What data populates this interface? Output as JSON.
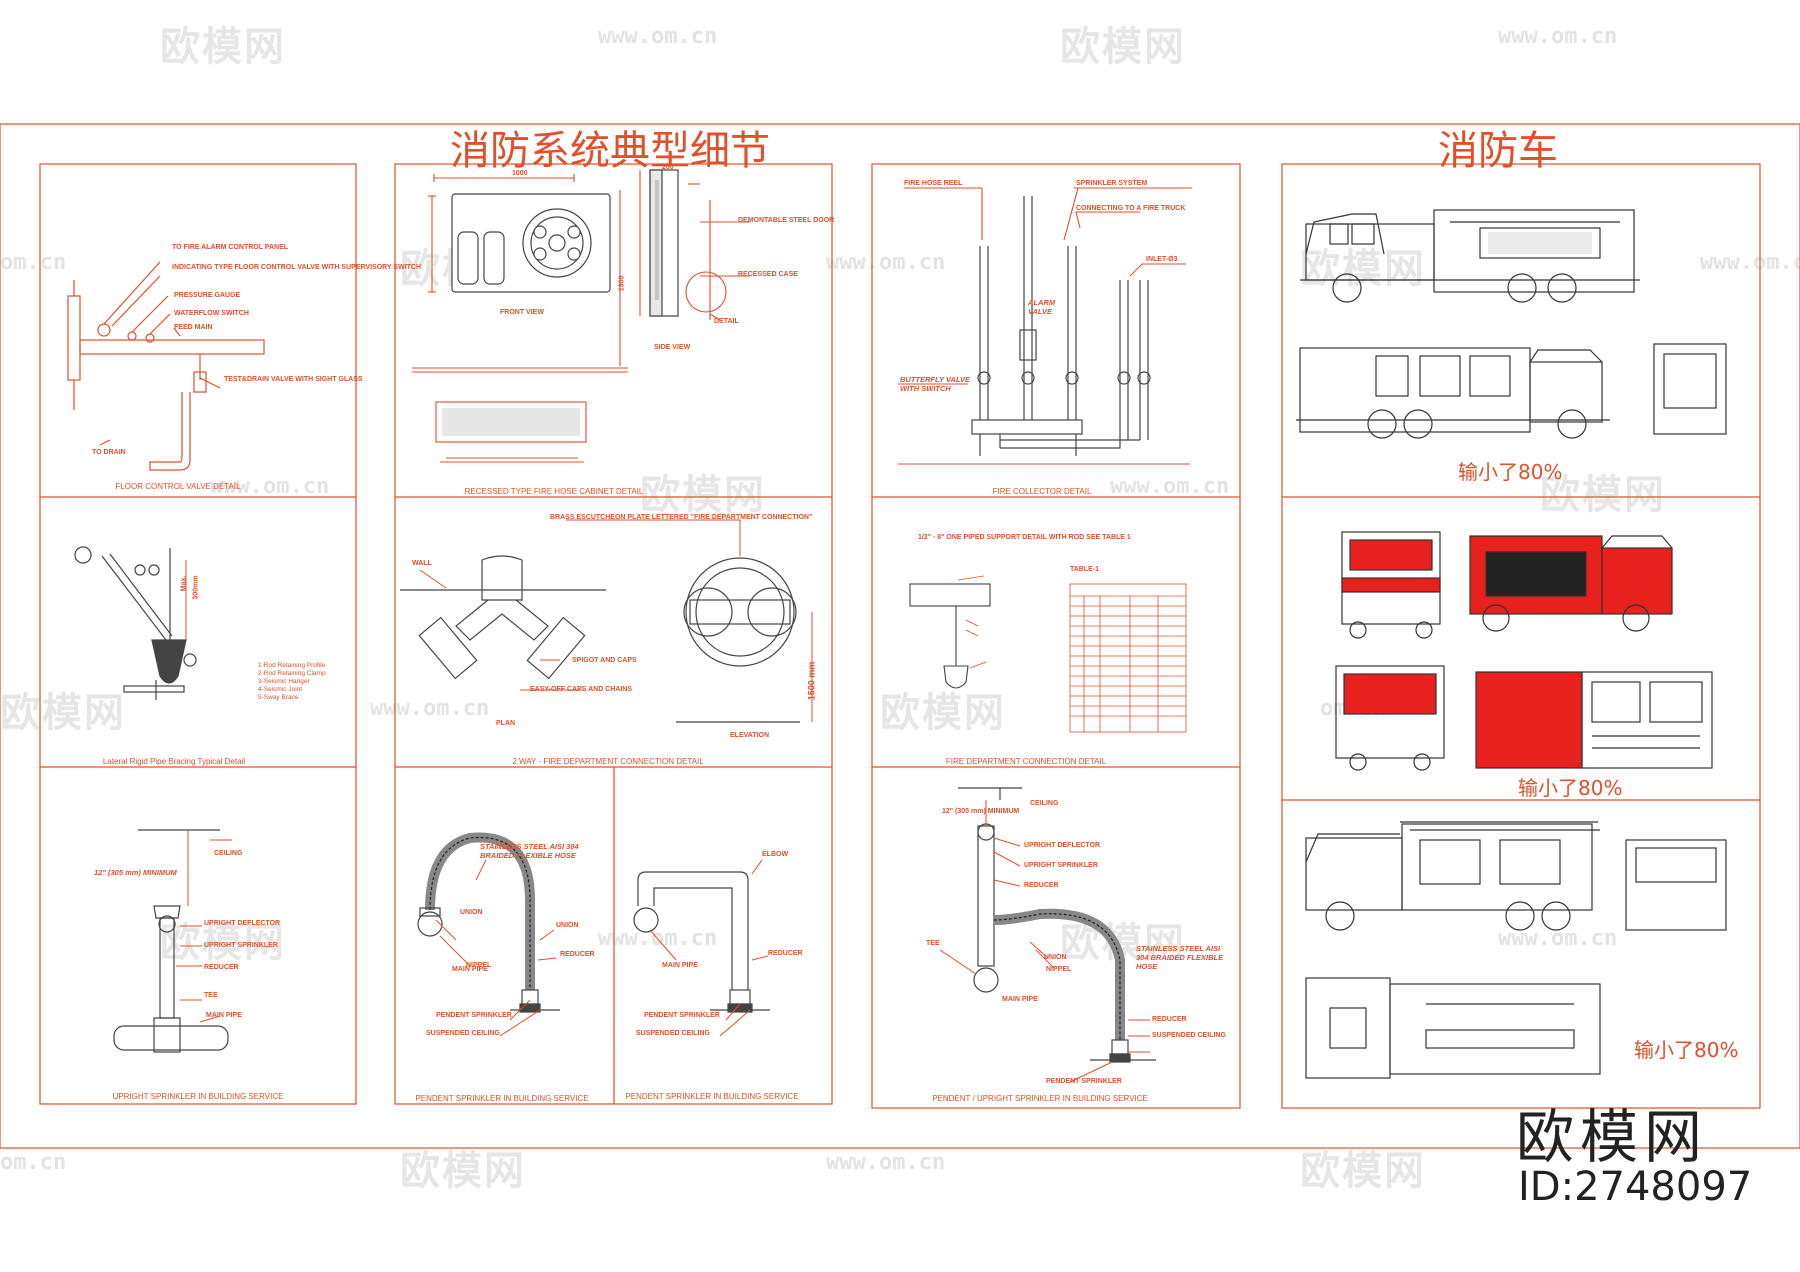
{
  "titles": {
    "left": "消防系统典型细节",
    "right": "消防车"
  },
  "watermark": {
    "logo": "欧模网",
    "url": "www.om.cn",
    "url_fragment": "om.cn"
  },
  "panels": {
    "floor_control": {
      "caption": "FLOOR CONTROL VALVE DETAIL",
      "labels": [
        "TO FIRE ALARM CONTROL PANEL",
        "INDICATING TYPE FLOOR CONTROL VALVE WITH SUPERVISORY SWITCH",
        "PRESSURE GAUGE",
        "WATERFLOW SWITCH",
        "FEED MAIN",
        "TEST&DRAIN VALVE WITH SIGHT GLASS",
        "TO DRAIN"
      ]
    },
    "hose_cabinet": {
      "caption": "RECESSED TYPE FIRE HOSE CABINET DETAIL",
      "labels": [
        "FRONT VIEW",
        "SIDE VIEW",
        "DEMONTABLE STEEL DOOR",
        "RECESSED CASE",
        "DETAIL"
      ],
      "dims": [
        "1000",
        "200",
        "1300"
      ]
    },
    "fire_collector": {
      "caption": "FIRE COLLECTOR DETAIL",
      "labels": [
        "FIRE HOSE REEL",
        "SPRINKLER SYSTEM",
        "CONNECTING TO A FIRE TRUCK",
        "INLET-Ø3",
        "ALARM VALVE",
        "BUTTERFLY VALVE WITH SWITCH"
      ]
    },
    "bracing": {
      "caption": "Lateral Rigid Pipe Bracing Typical Detail",
      "legend": [
        "1-Rod Retaining Profile",
        "2-Rod Retaining Clamp",
        "3-Seismic Hanger",
        "4-Seismic Joint",
        "5-Sway Brace"
      ],
      "dim": "300mm",
      "max": "Max."
    },
    "dept_connection": {
      "caption": "2 WAY - FIRE DEPARTMENT CONNECTION DETAIL",
      "labels": [
        "BRASS ESCUTCHEON PLATE LETTERED \"FIRE DEPARTMENT CONNECTION\"",
        "WALL",
        "SPIGOT AND CAPS",
        "EASY-OFF CAPS AND CHAINS",
        "PLAN",
        "ELEVATION"
      ],
      "dim": "1500 mm"
    },
    "pipe_support": {
      "caption": "FIRE DEPARTMENT CONNECTION DETAIL",
      "heading": "1/2\" - 8\" ONE PIPED SUPPORT DETAIL WITH ROD SEE TABLE 1",
      "table_title": "TABLE-1"
    },
    "upright": {
      "caption": "UPRIGHT SPRINKLER IN BUILDING SERVICE",
      "labels": [
        "12\" (305 mm) MINIMUM",
        "CEILING",
        "UPRIGHT DEFLECTOR",
        "UPRIGHT SPRINKLER",
        "REDUCER",
        "TEE",
        "MAIN PIPE"
      ]
    },
    "pendent_a": {
      "caption": "PENDENT SPRINKLER IN BUILDING SERVICE",
      "labels": [
        "STAINLESS STEEL AISI 304 BRAIDED FLEXIBLE HOSE",
        "UNION",
        "NIPPEL",
        "MAIN PIPE",
        "UNION",
        "REDUCER",
        "PENDENT SPRINKLER",
        "SUSPENDED CEILING"
      ]
    },
    "pendent_b": {
      "caption": "PENDENT SPRINKLER IN BUILDING SERVICE",
      "labels": [
        "ELBOW",
        "MAIN PIPE",
        "REDUCER",
        "PENDENT SPRINKLER",
        "SUSPENDED CEILING"
      ]
    },
    "pendent_upright": {
      "caption": "PENDENT / UPRIGHT SPRINKLER IN BUILDING SERVICE",
      "labels": [
        "12\" (305 mm) MINIMUM",
        "CEILING",
        "UPRIGHT DEFLECTOR",
        "UPRIGHT SPRINKLER",
        "REDUCER",
        "TEE",
        "UNION",
        "NIPPEL",
        "MAIN PIPE",
        "STAINLESS STEEL AISI 304 BRAIDED FLEXIBLE HOSE",
        "REDUCER",
        "SUSPENDED CEILING",
        "PENDENT SPRINKLER"
      ]
    }
  },
  "truck_notes": [
    "输小了80%",
    "输小了80%",
    "输小了80%"
  ],
  "brand": {
    "name": "欧模网",
    "id": "ID:2748097"
  },
  "colors": {
    "line": "#e0502a",
    "truck_red": "#e8201e",
    "watermark": "#e6e6e6"
  }
}
